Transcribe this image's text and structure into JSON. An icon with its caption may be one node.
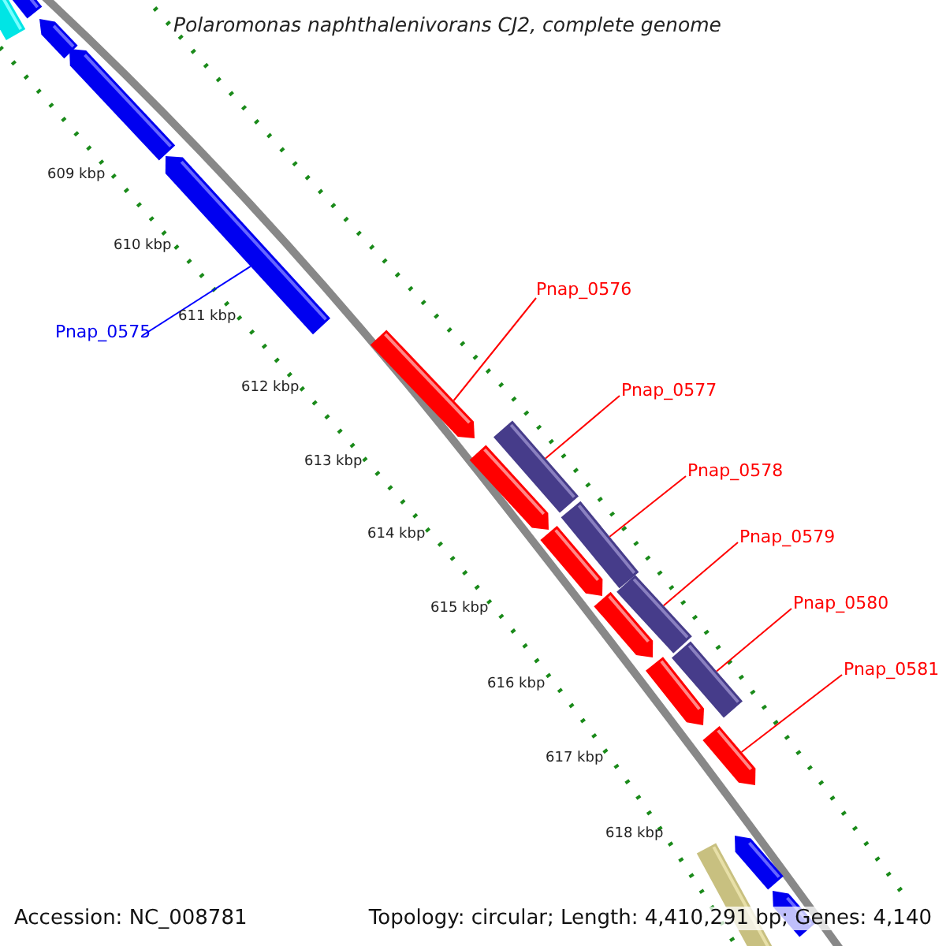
{
  "diagram": {
    "title": "Polaromonas naphthalenivorans CJ2, complete genome",
    "nodes": [
      {
        "text": [
          "Pnap_0575"
        ]
      },
      {
        "text": [
          "Pnap_0576"
        ]
      },
      {
        "text": [
          "Pnap_0577"
        ]
      },
      {
        "text": [
          "Pnap_0578"
        ]
      },
      {
        "text": [
          "Pnap_0579"
        ]
      },
      {
        "text": [
          "Pnap_0580"
        ]
      },
      {
        "text": [
          "Pnap_0581"
        ]
      },
      {
        "text": [],
        "shape": "bar"
      },
      {
        "text": [],
        "shape": "bar"
      },
      {
        "text": [],
        "shape": "bar"
      },
      {
        "text": [],
        "shape": "bar"
      },
      {
        "text": [],
        "shape": "bar"
      },
      {
        "text": [],
        "shape": "bar"
      },
      {
        "text": [],
        "shape": "bar"
      }
    ],
    "edges": [
      {
        "from": 0,
        "to": 7,
        "arrow": "none",
        "color": "#0000ff"
      },
      {
        "from": 1,
        "to": 8,
        "arrow": "none"
      },
      {
        "from": 2,
        "to": 9,
        "arrow": "none"
      },
      {
        "from": 3,
        "to": 10,
        "arrow": "none"
      },
      {
        "from": 4,
        "to": 11,
        "arrow": "none"
      },
      {
        "from": 5,
        "to": 12,
        "arrow": "none"
      },
      {
        "from": 6,
        "to": 13,
        "arrow": "none"
      }
    ],
    "labels": [
      "609 kbp",
      "610 kbp",
      "611 kbp",
      "612 kbp",
      "613 kbp",
      "614 kbp",
      "615 kbp",
      "616 kbp",
      "617 kbp",
      "618 kbp",
      "Accession: NC_008781",
      "Topology: circular; Length: 4,410,291 bp; Genes: 4,140"
    ]
  }
}
